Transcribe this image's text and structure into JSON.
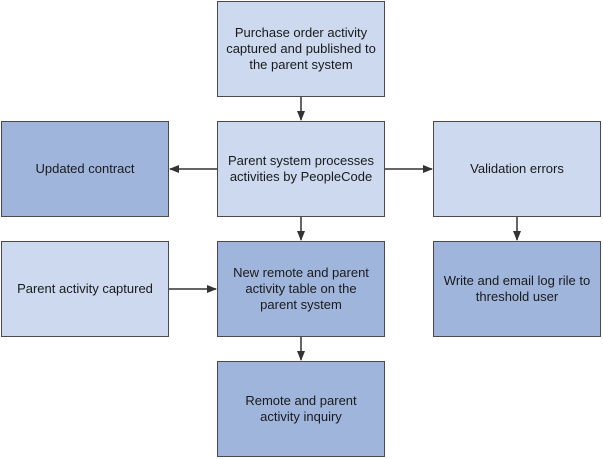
{
  "diagram": {
    "nodes": {
      "purchase_order": "Purchase order activity captured and published to the parent system",
      "updated_contract": "Updated contract",
      "parent_processes": "Parent system processes activities by PeopleCode",
      "validation_errors": "Validation errors",
      "parent_activity_captured": "Parent activity captured",
      "new_activity_table": "New remote and parent activity table on the parent system",
      "write_email_log": "Write and email log rile to threshold user",
      "activity_inquiry": "Remote and parent activity inquiry"
    },
    "colors": {
      "light_fill": "#ccd9ee",
      "dark_fill": "#a0b5dc",
      "border": "#4a4a4a",
      "arrow": "#333333"
    },
    "edges": [
      {
        "from": "purchase_order",
        "to": "parent_processes"
      },
      {
        "from": "parent_processes",
        "to": "updated_contract"
      },
      {
        "from": "parent_processes",
        "to": "validation_errors"
      },
      {
        "from": "parent_processes",
        "to": "new_activity_table"
      },
      {
        "from": "validation_errors",
        "to": "write_email_log"
      },
      {
        "from": "parent_activity_captured",
        "to": "new_activity_table"
      },
      {
        "from": "new_activity_table",
        "to": "activity_inquiry"
      }
    ]
  }
}
